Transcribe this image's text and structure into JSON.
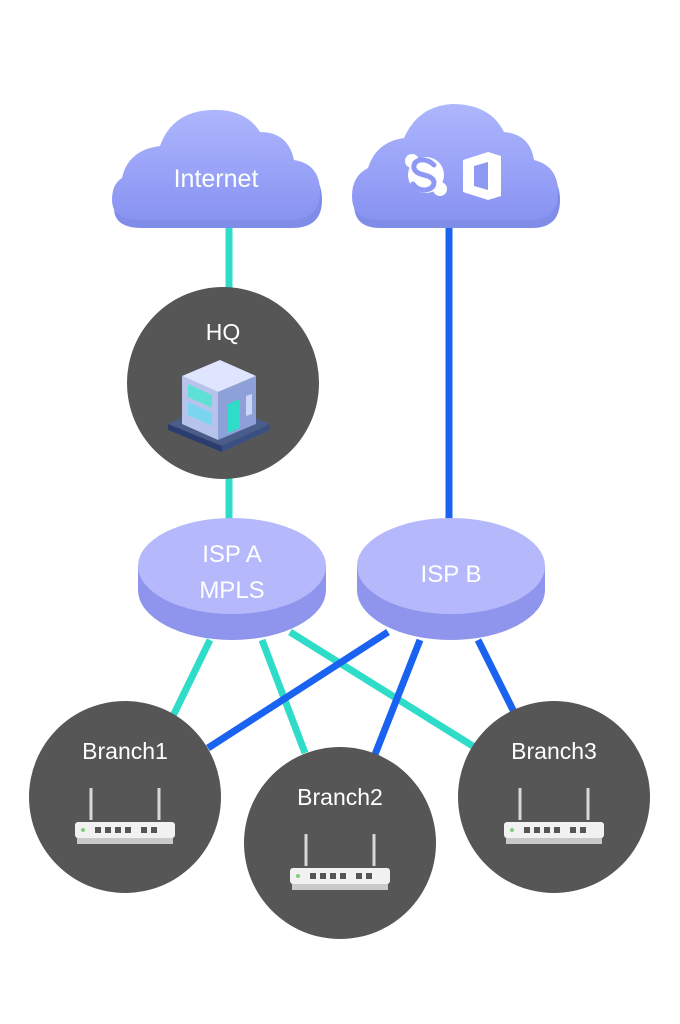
{
  "diagram": {
    "clouds": [
      {
        "id": "internet",
        "label": "Internet"
      },
      {
        "id": "cloud-apps",
        "label": "",
        "icons": [
          "skype-icon",
          "office-icon"
        ]
      }
    ],
    "hq": {
      "label": "HQ",
      "icon": "building-icon"
    },
    "isps": [
      {
        "id": "isp-a",
        "line1": "ISP A",
        "line2": "MPLS"
      },
      {
        "id": "isp-b",
        "line1": "ISP B",
        "line2": ""
      }
    ],
    "branches": [
      {
        "id": "branch1",
        "label": "Branch1",
        "icon": "router-icon"
      },
      {
        "id": "branch2",
        "label": "Branch2",
        "icon": "router-icon"
      },
      {
        "id": "branch3",
        "label": "Branch3",
        "icon": "router-icon"
      }
    ],
    "links": [
      {
        "from": "internet",
        "to": "hq",
        "type": "internet"
      },
      {
        "from": "hq",
        "to": "isp-a",
        "type": "internet"
      },
      {
        "from": "cloud-apps",
        "to": "isp-b",
        "type": "isp-b"
      },
      {
        "from": "isp-a",
        "to": "branch1",
        "type": "internet"
      },
      {
        "from": "isp-a",
        "to": "branch2",
        "type": "internet"
      },
      {
        "from": "isp-a",
        "to": "branch3",
        "type": "internet"
      },
      {
        "from": "isp-b",
        "to": "branch1",
        "type": "isp-b"
      },
      {
        "from": "isp-b",
        "to": "branch2",
        "type": "isp-b"
      },
      {
        "from": "isp-b",
        "to": "branch3",
        "type": "isp-b"
      }
    ],
    "colors": {
      "cloud_fill": "#9ba6fb",
      "cloud_shadow": "#7f8ce8",
      "node_fill": "#565656",
      "isp_top": "#b5b9fb",
      "isp_side": "#8f95ec",
      "link_teal": "#2fdcc8",
      "link_blue": "#1a63f0"
    }
  }
}
